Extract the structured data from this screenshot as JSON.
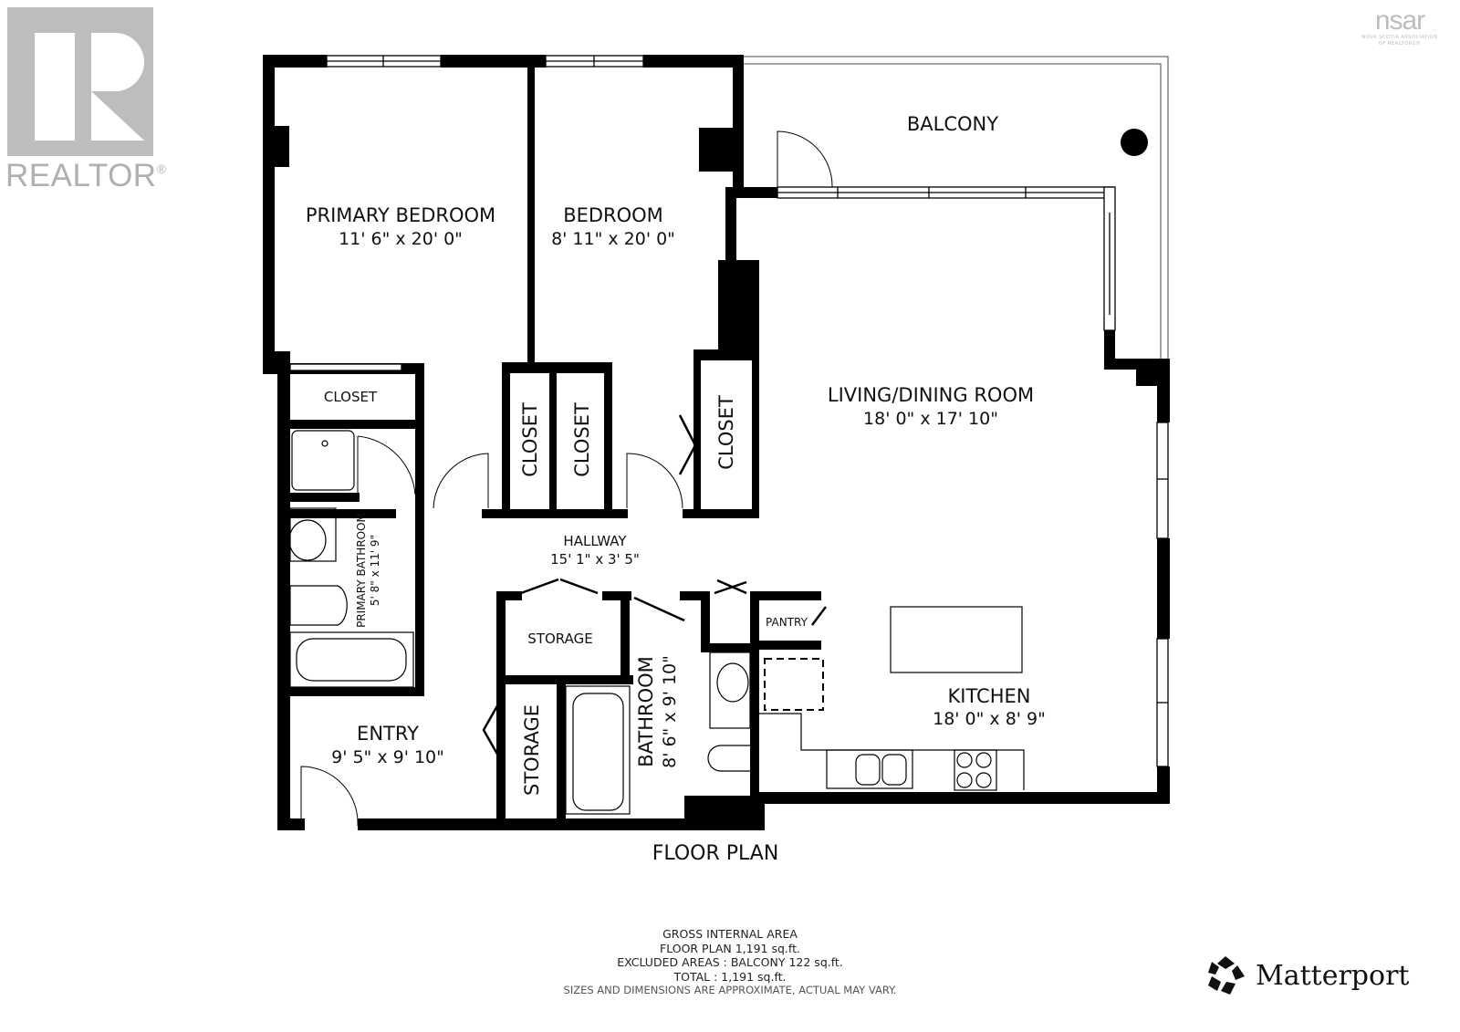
{
  "logos": {
    "realtor": {
      "text": "REALTOR",
      "registered": "®",
      "color": "#bdbdbd"
    },
    "nsar": {
      "text": "nsar",
      "subtitle_line1": "NOVA SCOTIA ASSOCIATION",
      "subtitle_line2": "OF REALTORS®",
      "color": "#bdbdbd"
    },
    "matterport": {
      "text": "Matterport",
      "registered": "®"
    }
  },
  "plan": {
    "title": "FLOOR PLAN",
    "wall_color": "#000000",
    "rooms": {
      "balcony": {
        "name": "BALCONY"
      },
      "primary_bedroom": {
        "name": "PRIMARY BEDROOM",
        "dims": "11' 6\" x 20' 0\""
      },
      "bedroom": {
        "name": "BEDROOM",
        "dims": "8' 11\" x 20' 0\""
      },
      "living_dining": {
        "name": "LIVING/DINING ROOM",
        "dims": "18' 0\" x 17' 10\""
      },
      "closet_primary": {
        "name": "CLOSET"
      },
      "closet_a": {
        "name": "CLOSET"
      },
      "closet_b": {
        "name": "CLOSET"
      },
      "closet_c": {
        "name": "CLOSET"
      },
      "primary_bathroom": {
        "name": "PRIMARY BATHROOM",
        "dims": "5' 8\" x 11' 9\""
      },
      "hallway": {
        "name": "HALLWAY",
        "dims": "15' 1\" x 3' 5\""
      },
      "storage_top": {
        "name": "STORAGE"
      },
      "storage_side": {
        "name": "STORAGE"
      },
      "bathroom": {
        "name": "BATHROOM",
        "dims": "8' 6\" x 9' 10\""
      },
      "pantry": {
        "name": "PANTRY"
      },
      "kitchen": {
        "name": "KITCHEN",
        "dims": "18' 0\" x 8' 9\""
      },
      "entry": {
        "name": "ENTRY",
        "dims": "9' 5\" x 9' 10\""
      }
    }
  },
  "summary": {
    "line1": "GROSS INTERNAL AREA",
    "line2": "FLOOR PLAN 1,191 sq.ft.",
    "line3": "EXCLUDED AREAS :  BALCONY 122 sq.ft.",
    "line4": "TOTAL :  1,191 sq.ft.",
    "disclaimer": "SIZES AND DIMENSIONS ARE APPROXIMATE, ACTUAL MAY VARY."
  }
}
